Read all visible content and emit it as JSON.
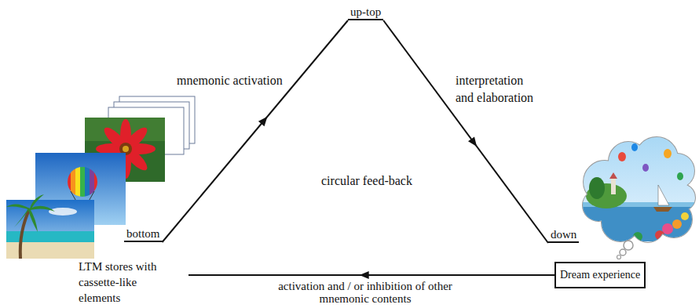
{
  "diagram": {
    "nodes": [
      {
        "text": [
          "up-top"
        ]
      },
      {
        "text": [
          "bottom"
        ]
      },
      {
        "text": [
          "down"
        ]
      },
      {
        "text": [
          "LTM stores with cassette-like elements"
        ]
      },
      {
        "text": [
          "Dream experience"
        ]
      }
    ],
    "edges": [
      {
        "from": 1,
        "to": 0,
        "arrow": "to",
        "label": "mnemonic activation"
      },
      {
        "from": 0,
        "to": 2,
        "arrow": "to",
        "label": "interpretation and elaboration"
      },
      {
        "from": 4,
        "to": 3,
        "arrow": "to",
        "label": "activation and / or inhibition of other mnemonic contents"
      }
    ],
    "labels": [
      "circular feed-back"
    ]
  }
}
